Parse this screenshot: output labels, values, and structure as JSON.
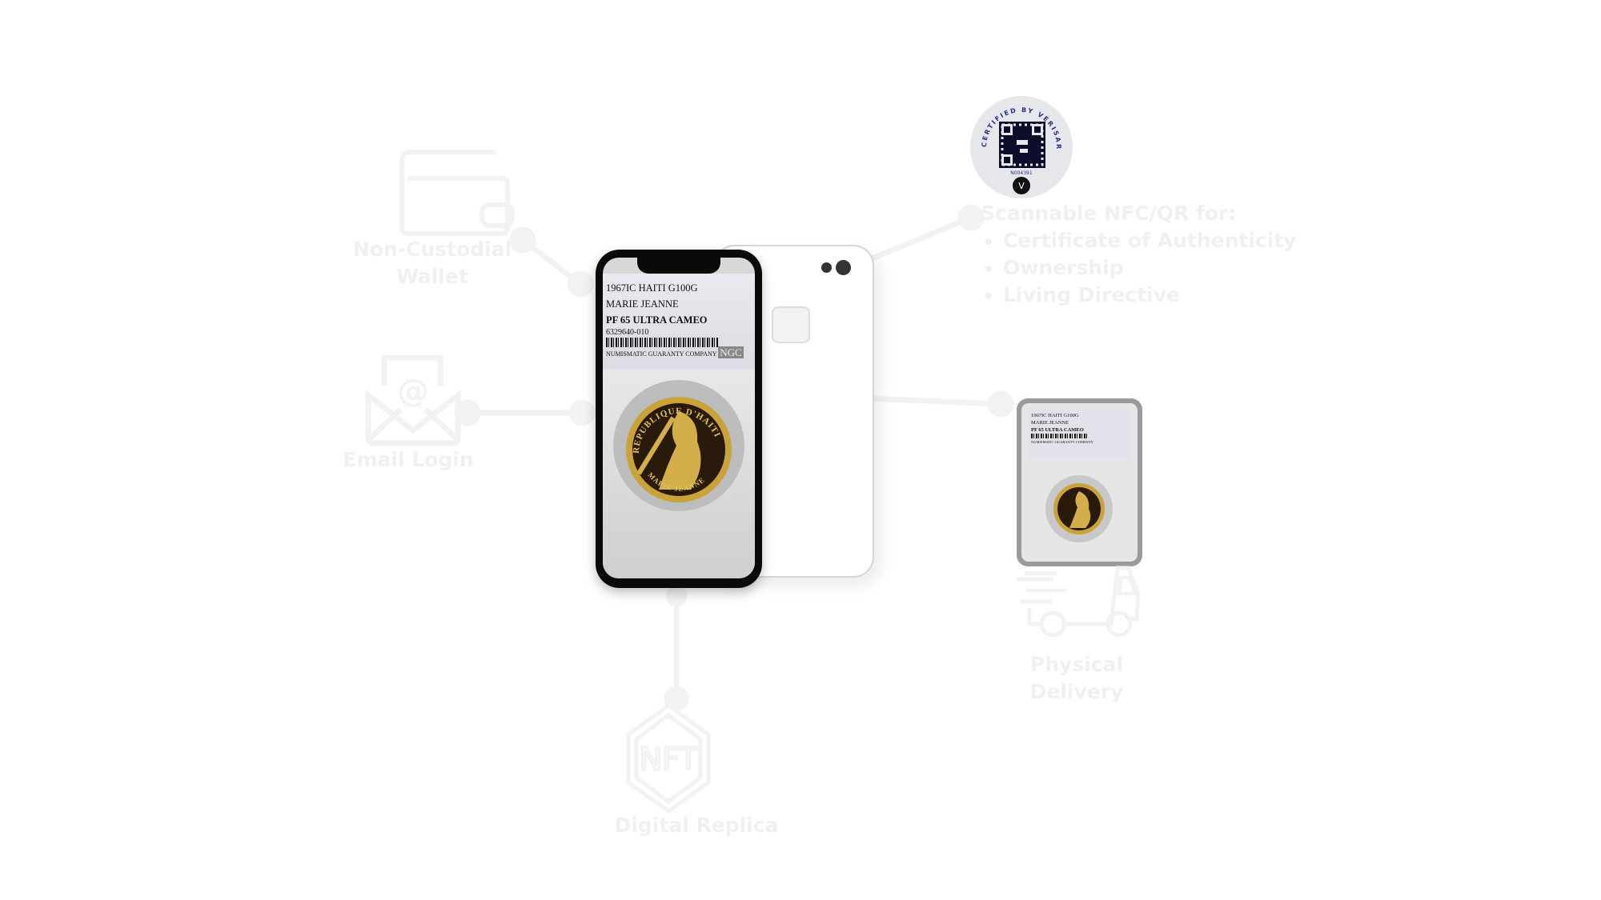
{
  "features": {
    "wallet": {
      "label_line1": "Non-Custodial",
      "label_line2": "Wallet",
      "icon": "wallet-icon"
    },
    "email": {
      "label": "Email Login",
      "icon": "envelope-at-icon"
    },
    "nft": {
      "label": "Digital Replica",
      "icon": "nft-hexagon-icon",
      "icon_text": "NFT"
    },
    "delivery": {
      "label": "Physical Delivery",
      "icon": "truck-icon"
    },
    "scannable": {
      "title": "Scannable NFC/QR for:",
      "bullets": [
        "Certificate of Authenticity",
        "Ownership",
        "Living Directive"
      ]
    }
  },
  "badge": {
    "ring_text": "CERTIFIED BY VERISART",
    "serial": "N004391",
    "logo_letter": "V"
  },
  "coin_label": {
    "line1": "1967IC HAITI G100G",
    "line2": "MARIE JEANNE",
    "grade": "PF 65 ULTRA CAMEO",
    "cert": "6329640-010",
    "company": "NUMISMATIC GUARANTY COMPANY",
    "brand": "NGC",
    "coin_top_text": "REPUBLIQUE D'HAITI",
    "coin_bottom_text": "MARIE JEANNE"
  },
  "colors": {
    "faint": "#f0f0f0",
    "coin_gold": "#c9a23a",
    "coin_dark": "#2a1a0c",
    "badge_blue": "#23308a"
  }
}
